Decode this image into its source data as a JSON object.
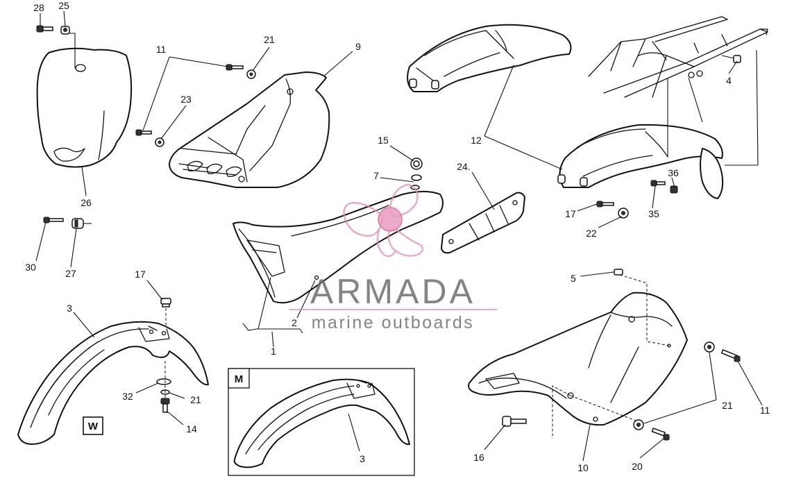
{
  "diagram": {
    "callouts": {
      "c28": "28",
      "c25": "25",
      "c26": "26",
      "c30": "30",
      "c27": "27",
      "c11a": "11",
      "c21a": "21",
      "c9": "9",
      "c23": "23",
      "c12": "12",
      "c4": "4",
      "c36": "36",
      "c17a": "17",
      "c35": "35",
      "c22": "22",
      "c15": "15",
      "c7": "7",
      "c24": "24.",
      "c2": "2",
      "c1": "1",
      "c17b": "17",
      "c3a": "3",
      "c32": "32",
      "c21b": "21",
      "c14": "14",
      "c3b": "3",
      "c5": "5",
      "c21c": "21",
      "c11b": "11",
      "c16": "16",
      "c10": "10",
      "c20": "20"
    },
    "version_boxes": {
      "w_label": "W",
      "m_label": "M"
    }
  },
  "watermark": {
    "brand": "ARMADA",
    "tagline": "marine outboards",
    "colors": {
      "text": "#6e6e6e",
      "accent": "#e08bb0"
    }
  }
}
